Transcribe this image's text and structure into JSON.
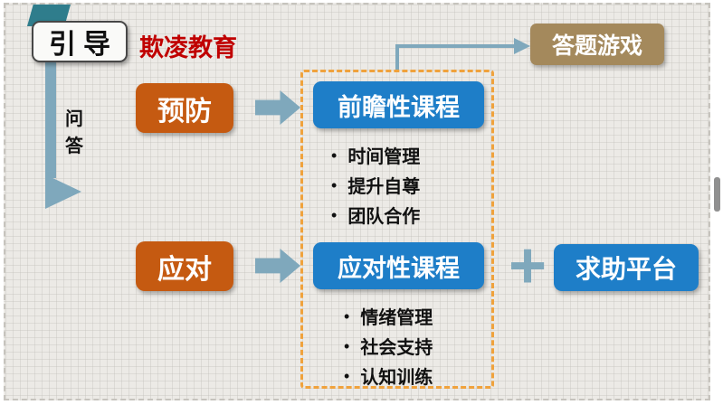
{
  "slide": {
    "guide_label": "引导",
    "topic": "欺凌教育",
    "qa_vertical": "问答",
    "bullet_char": "•",
    "plus_symbol": "+",
    "rows": [
      {
        "stage": "预防",
        "course": "前瞻性课程",
        "bullets": [
          "时间管理",
          "提升自尊",
          "团队合作"
        ]
      },
      {
        "stage": "应对",
        "course": "应对性课程",
        "bullets": [
          "情绪管理",
          "社会支持",
          "认知训练"
        ]
      }
    ],
    "help_platform": "求助平台",
    "quiz_game": "答题游戏"
  },
  "colors": {
    "stage_orange": "#C55A11",
    "course_blue": "#1E7EC8",
    "quiz_tan": "#A4895C",
    "topic_red": "#C00000",
    "arrow_blue_gray": "#7FA8BC",
    "dashed_outline_orange": "#F0A23C",
    "corner_tab_teal": "#2F7D8C"
  }
}
